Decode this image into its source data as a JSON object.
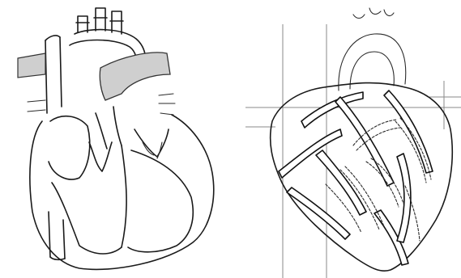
{
  "figures": [
    {
      "id": "left-heart",
      "view": "section"
    },
    {
      "id": "right-heart",
      "view": "exterior"
    }
  ],
  "colors": {
    "background": "#ffffff",
    "ink": "#1a1a1a",
    "shaded_vessel": "#cfcfcf",
    "background_grid": "#8a8a8a"
  }
}
